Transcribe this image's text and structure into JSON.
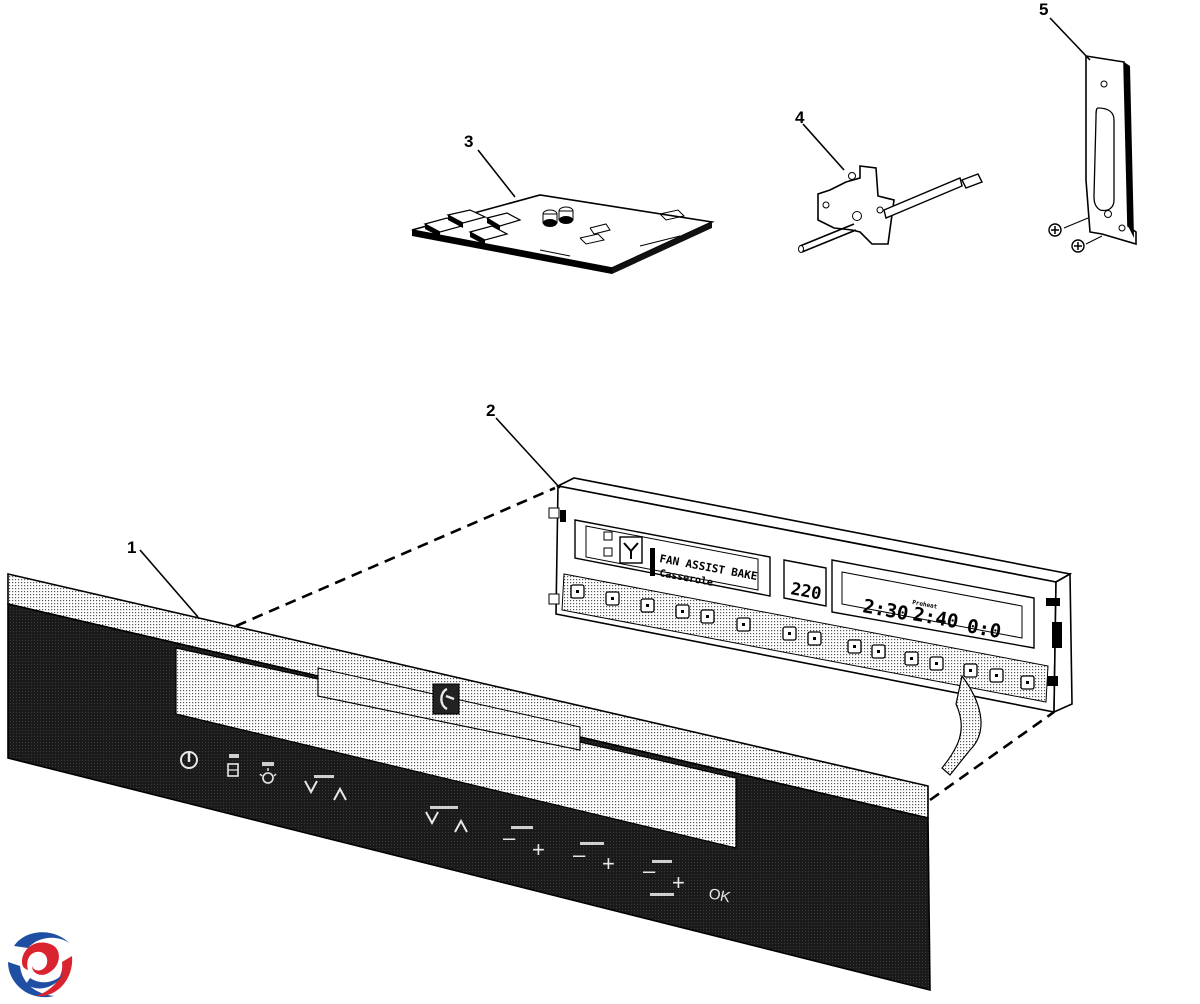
{
  "callouts": [
    "1",
    "2",
    "3",
    "4",
    "5"
  ],
  "display_module": {
    "mode_line1": "FAN ASSIST BAKE",
    "mode_line2": "Casserole",
    "temperature": "220",
    "timer_left": "2:30",
    "timer_mid_label": "Preheat",
    "timer_mid": "2:40",
    "timer_right": "0:0"
  },
  "fascia_panel": {
    "logo_icon": "electrolux-logo-icon",
    "power_icon": "power-icon",
    "oven_light_icon": "light-icon",
    "ok_label": "OK",
    "minus_sign": "–",
    "plus_sign": "+"
  },
  "watermark": {
    "icon": "swirl-logo-icon",
    "colors": [
      "#d9232e",
      "#1f4fa3"
    ]
  }
}
